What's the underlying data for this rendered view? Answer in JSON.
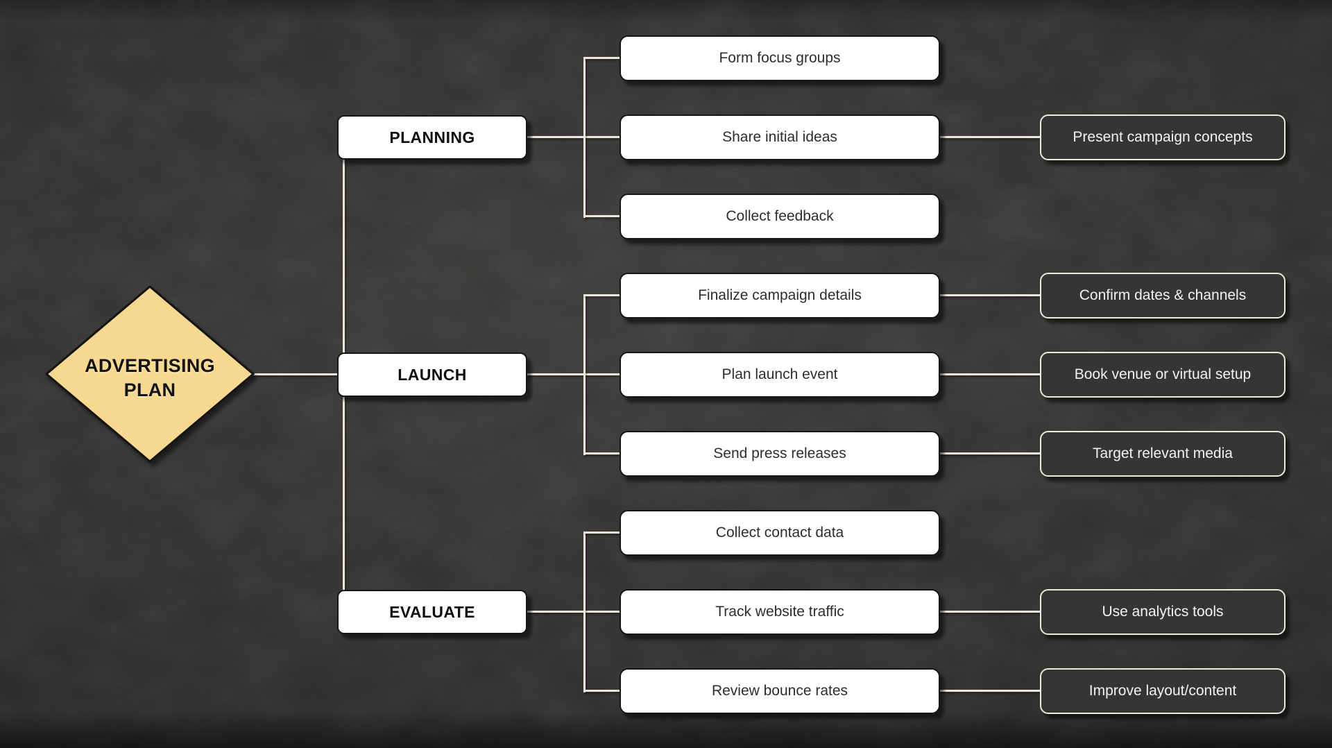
{
  "root": {
    "lines": [
      "ADVERTISING",
      "PLAN"
    ]
  },
  "phases": [
    {
      "label": "PLANNING",
      "tasks": [
        {
          "label": "Form focus groups"
        },
        {
          "label": "Share initial ideas",
          "detail": "Present campaign concepts"
        },
        {
          "label": "Collect feedback"
        }
      ]
    },
    {
      "label": "LAUNCH",
      "tasks": [
        {
          "label": "Finalize campaign details",
          "detail": "Confirm dates & channels"
        },
        {
          "label": "Plan launch event",
          "detail": "Book venue or virtual setup"
        },
        {
          "label": "Send press releases",
          "detail": "Target relevant media"
        }
      ]
    },
    {
      "label": "EVALUATE",
      "tasks": [
        {
          "label": "Collect contact data"
        },
        {
          "label": "Track website traffic",
          "detail": "Use analytics tools"
        },
        {
          "label": "Review bounce rates",
          "detail": "Improve layout/content"
        }
      ]
    }
  ],
  "colors": {
    "background": "#2d2b29",
    "connector": "#ece8dd",
    "node_fill": "#ffffff",
    "node_border": "#161616",
    "task_text": "#2d2d2d",
    "detail_fill": "#353535",
    "detail_border": "#eceadf",
    "detail_text": "#f4f2ee",
    "root_fill": "#f6d890",
    "root_border": "#141414"
  }
}
